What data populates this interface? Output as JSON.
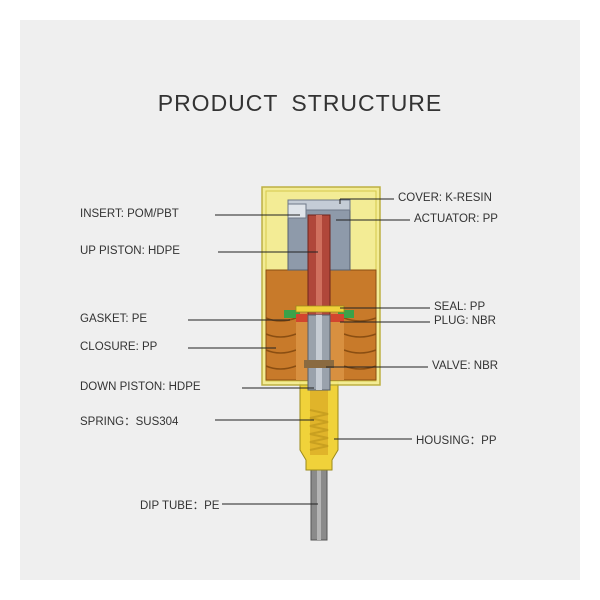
{
  "title": "PRODUCT STRUCTURE",
  "labels": {
    "cover": "COVER: K-RESIN",
    "insert": "INSERT: POM/PBT",
    "actuator": "ACTUATOR: PP",
    "up_piston": "UP PISTON: HDPE",
    "seal": "SEAL: PP",
    "gasket": "GASKET: PE",
    "plug": "PLUG: NBR",
    "closure": "CLOSURE: PP",
    "valve": "VALVE: NBR",
    "down_piston": "DOWN PISTON: HDPE",
    "spring": "SPRING：SUS304",
    "housing": "HOUSING：PP",
    "dip_tube": "DIP TUBE：PE"
  },
  "colors": {
    "cover": "#f4ec8c",
    "actuator": "#8e9aaa",
    "closure": "#c87a2a",
    "piston": "#b0473a",
    "housing": "#f0d23a",
    "tube": "#7a7a7a",
    "gasket": "#3aa24a"
  }
}
